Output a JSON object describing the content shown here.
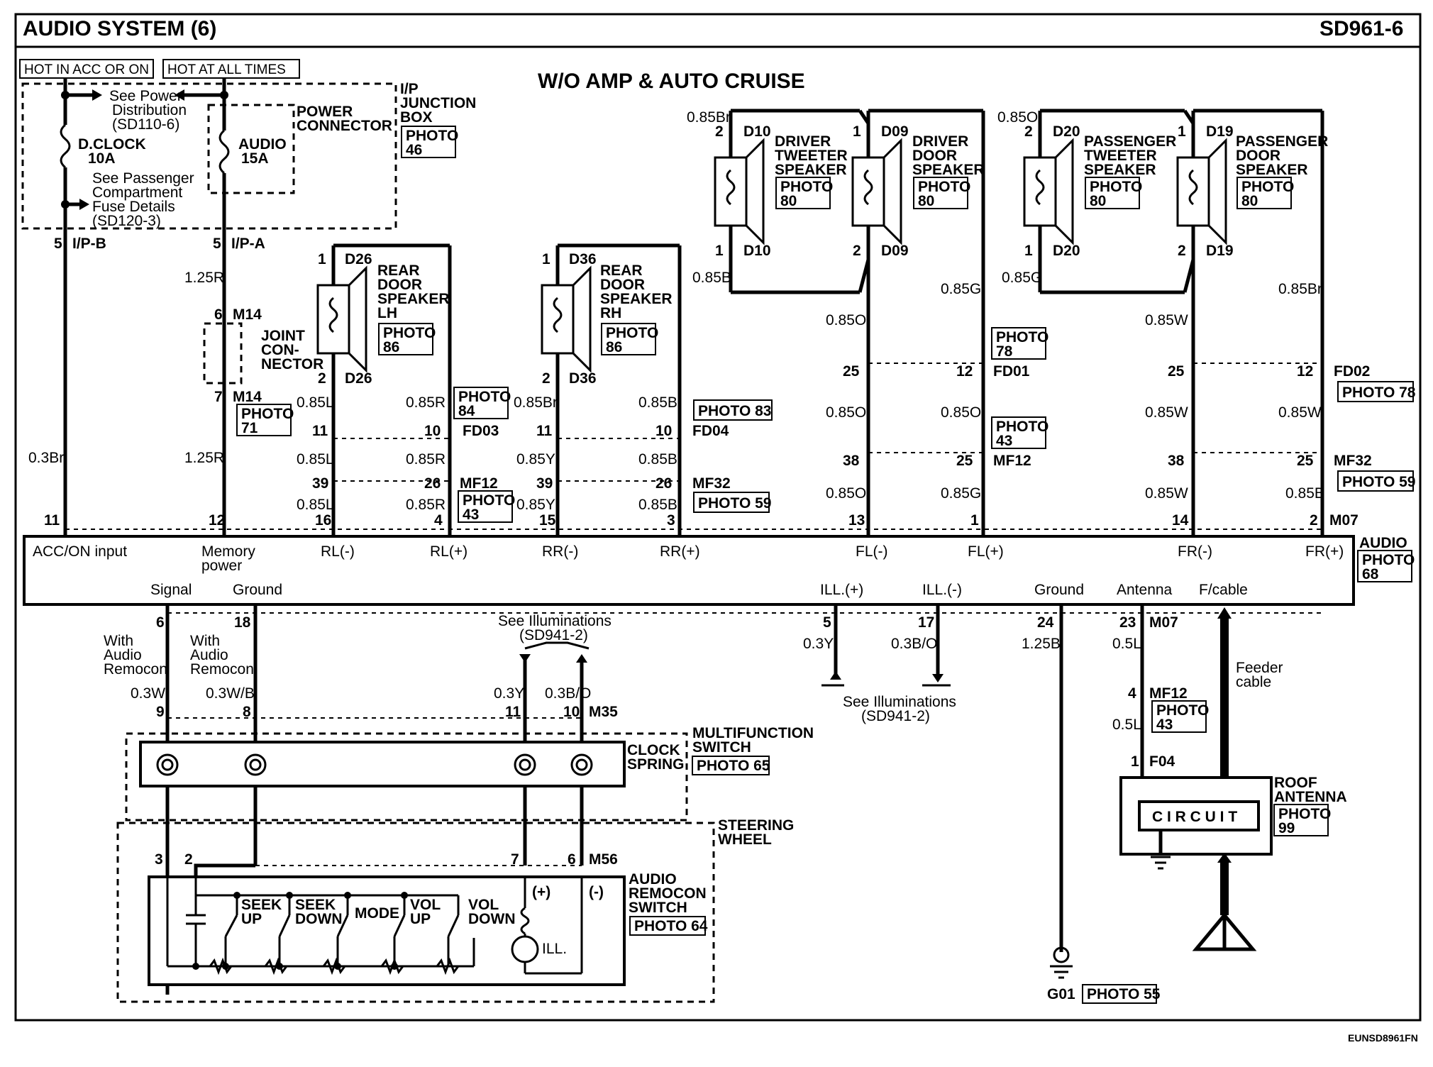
{
  "header": {
    "title": "AUDIO SYSTEM (6)",
    "code": "SD961-6",
    "subtitle": "W/O AMP & AUTO CRUISE",
    "footer_code": "EUNSD8961FN"
  },
  "legend": {
    "hot_acc": "HOT IN ACC OR ON",
    "hot_all": "HOT AT ALL TIMES"
  },
  "junction": {
    "label1": "I/P",
    "label2": "JUNCTION",
    "label3": "BOX",
    "photo1": "PHOTO",
    "photo2": "46",
    "see_power1": "See Power",
    "see_power2": "Distribution",
    "see_power3": "(SD110-6)",
    "fuse1a": "D.CLOCK",
    "fuse1b": "10A",
    "fuse2a": "AUDIO",
    "fuse2b": "15A",
    "pc1": "POWER",
    "pc2": "CONNECTOR",
    "see_pass1": "See Passenger",
    "see_pass2": "Compartment",
    "see_pass3": "Fuse Details",
    "see_pass4": "(SD120-3)",
    "ipb": "I/P-B",
    "ipa": "I/P-A",
    "ipb_pin": "5",
    "ipa_pin": "5"
  },
  "joint": {
    "l1": "JOINT",
    "l2": "CON-",
    "l3": "NECTOR",
    "m14": "M14",
    "pin6": "6",
    "pin7": "7",
    "photo1": "PHOTO",
    "photo2": "71"
  },
  "wires": {
    "w125r": "1.25R",
    "w03br": "0.3Br",
    "w085l": "0.85L",
    "w085r": "0.85R",
    "w085br": "0.85Br",
    "w085y": "0.85Y",
    "w085b": "0.85B",
    "w085o": "0.85O",
    "w085g": "0.85G",
    "w085w": "0.85W",
    "w03w": "0.3W",
    "w03wb": "0.3W/B",
    "w03y": "0.3Y",
    "w03bo": "0.3B/O",
    "w125b": "1.25B",
    "w05l": "0.5L"
  },
  "speakers": {
    "rl": [
      "REAR",
      "DOOR",
      "SPEAKER",
      "LH"
    ],
    "rr": [
      "REAR",
      "DOOR",
      "SPEAKER",
      "RH"
    ],
    "dt": [
      "DRIVER",
      "TWEETER",
      "SPEAKER"
    ],
    "dd": [
      "DRIVER",
      "DOOR",
      "SPEAKER"
    ],
    "pt": [
      "PASSENGER",
      "TWEETER",
      "SPEAKER"
    ],
    "pd": [
      "PASSENGER",
      "DOOR",
      "SPEAKER"
    ],
    "d26": "D26",
    "d36": "D36",
    "d10": "D10",
    "d09": "D09",
    "d20": "D20",
    "d19": "D19"
  },
  "photos": {
    "p": "PHOTO",
    "n86": "86",
    "n80": "80",
    "n84": "84",
    "n43": "43",
    "n78": "78",
    "n65": "65",
    "n64": "64",
    "n99": "99",
    "n68": "68",
    "p83": "PHOTO 83",
    "p59": "PHOTO 59",
    "p78": "PHOTO 78",
    "p65": "PHOTO 65",
    "p64": "PHOTO 64",
    "p55": "PHOTO 55"
  },
  "connectors": {
    "fd03": "FD03",
    "fd04": "FD04",
    "mf12": "MF12",
    "mf32": "MF32",
    "fd01": "FD01",
    "fd02": "FD02",
    "m07": "M07",
    "m35": "M35",
    "m56": "M56",
    "f04": "F04",
    "g01": "G01"
  },
  "audio_unit": {
    "title": "AUDIO",
    "photo1": "PHOTO",
    "photo2": "68",
    "acc": "ACC/ON input",
    "mem1": "Memory",
    "mem2": "power",
    "rlm": "RL(-)",
    "rlp": "RL(+)",
    "rrm": "RR(-)",
    "rrp": "RR(+)",
    "flm": "FL(-)",
    "flp": "FL(+)",
    "frm": "FR(-)",
    "frp": "FR(+)",
    "signal": "Signal",
    "ground": "Ground",
    "illp": "ILL.(+)",
    "illm": "ILL.(-)",
    "ground2": "Ground",
    "antenna": "Antenna",
    "fcable": "F/cable"
  },
  "lower": {
    "with1": "With",
    "with2": "Audio",
    "with3": "Remocon",
    "see_ill1": "See Illuminations",
    "see_ill2": "(SD941-2)",
    "feeder1": "Feeder",
    "feeder2": "cable",
    "mf1": "MULTIFUNCTION",
    "mf2": "SWITCH",
    "cs1": "CLOCK",
    "cs2": "SPRING",
    "sw1": "STEERING",
    "sw2": "WHEEL",
    "ar1": "AUDIO",
    "ar2": "REMOCON",
    "ar3": "SWITCH",
    "seek_up1": "SEEK",
    "seek_up2": "UP",
    "seek_dn1": "SEEK",
    "seek_dn2": "DOWN",
    "mode": "MODE",
    "vol_up1": "VOL",
    "vol_up2": "UP",
    "vol_dn1": "VOL",
    "vol_dn2": "DOWN",
    "plus": "(+)",
    "minus": "(-)",
    "ill": "ILL.",
    "ra1": "ROOF",
    "ra2": "ANTENNA",
    "circuit": "C I R C U I T"
  },
  "pins": {
    "p1": "1",
    "p2": "2",
    "p3": "3",
    "p4": "4",
    "p5": "5",
    "p6": "6",
    "p7": "7",
    "p8": "8",
    "p9": "9",
    "p10": "10",
    "p11": "11",
    "p12": "12",
    "p13": "13",
    "p14": "14",
    "p15": "15",
    "p16": "16",
    "p17": "17",
    "p18": "18",
    "p23": "23",
    "p24": "24",
    "p25": "25",
    "p26": "26",
    "p38": "38",
    "p39": "39"
  }
}
